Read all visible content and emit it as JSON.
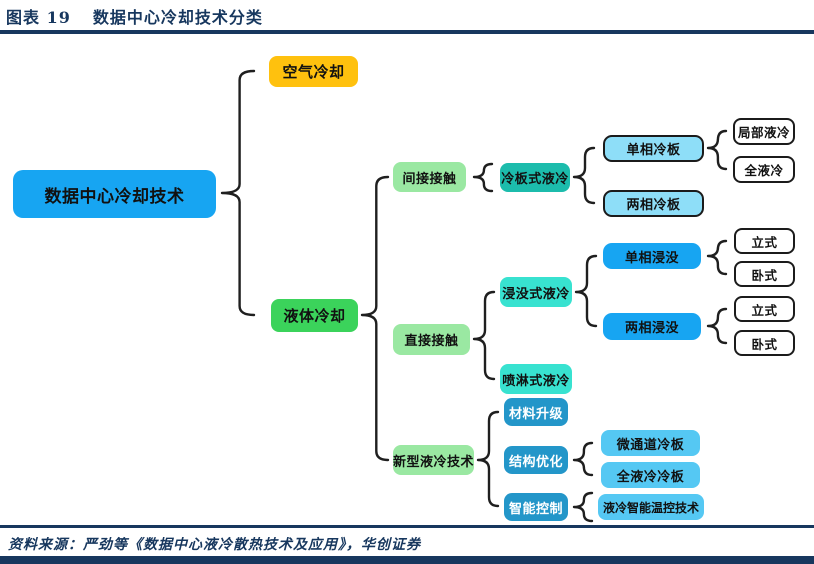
{
  "header": {
    "label": "图表 19",
    "title": "数据中心冷却技术分类"
  },
  "footer": {
    "source": "资料来源：严劲等《数据中心液冷散热技术及应用》，华创证券"
  },
  "nodes": {
    "root": "数据中心冷却技术",
    "air": "空气冷却",
    "liquid": "液体冷却",
    "indirect": "间接接触",
    "direct": "直接接触",
    "novel": "新型液冷技术",
    "coldplate": "冷板式液冷",
    "immersion": "浸没式液冷",
    "spray": "喷淋式液冷",
    "material": "材料升级",
    "structure": "结构优化",
    "smart": "智能控制",
    "sp_plate": "单相冷板",
    "tp_plate": "两相冷板",
    "sp_imm": "单相浸没",
    "tp_imm": "两相浸没",
    "micro": "微通道冷板",
    "full_plate": "全液冷冷板",
    "smart_temp": "液冷智能温控技术",
    "local_liquid": "局部液冷",
    "full_liquid": "全液冷",
    "vertical1": "立式",
    "horizontal1": "卧式",
    "vertical2": "立式",
    "horizontal2": "卧式"
  },
  "tree": {
    "label": "数据中心冷却技术",
    "children": [
      {
        "label": "空气冷却"
      },
      {
        "label": "液体冷却",
        "children": [
          {
            "label": "间接接触",
            "children": [
              {
                "label": "冷板式液冷",
                "children": [
                  {
                    "label": "单相冷板",
                    "children": [
                      {
                        "label": "局部液冷"
                      },
                      {
                        "label": "全液冷"
                      }
                    ]
                  },
                  {
                    "label": "两相冷板"
                  }
                ]
              }
            ]
          },
          {
            "label": "直接接触",
            "children": [
              {
                "label": "浸没式液冷",
                "children": [
                  {
                    "label": "单相浸没",
                    "children": [
                      {
                        "label": "立式"
                      },
                      {
                        "label": "卧式"
                      }
                    ]
                  },
                  {
                    "label": "两相浸没",
                    "children": [
                      {
                        "label": "立式"
                      },
                      {
                        "label": "卧式"
                      }
                    ]
                  }
                ]
              },
              {
                "label": "喷淋式液冷"
              }
            ]
          },
          {
            "label": "新型液冷技术",
            "children": [
              {
                "label": "材料升级"
              },
              {
                "label": "结构优化",
                "children": [
                  {
                    "label": "微通道冷板"
                  },
                  {
                    "label": "全液冷冷板"
                  }
                ]
              },
              {
                "label": "智能控制",
                "children": [
                  {
                    "label": "液冷智能温控技术"
                  }
                ]
              }
            ]
          }
        ]
      }
    ]
  },
  "colors": {
    "navy": "#17375E",
    "node_blue": "#17A5F2",
    "yellow": "#FFC10E",
    "green": "#3BD35B",
    "light_green": "#9AE8A2",
    "teal": "#1CBCAC",
    "cyan": "#38E2D0",
    "medium_blue": "#2396C9",
    "sky_blue": "#8EDEF8",
    "light_blue": "#55C8F3"
  }
}
